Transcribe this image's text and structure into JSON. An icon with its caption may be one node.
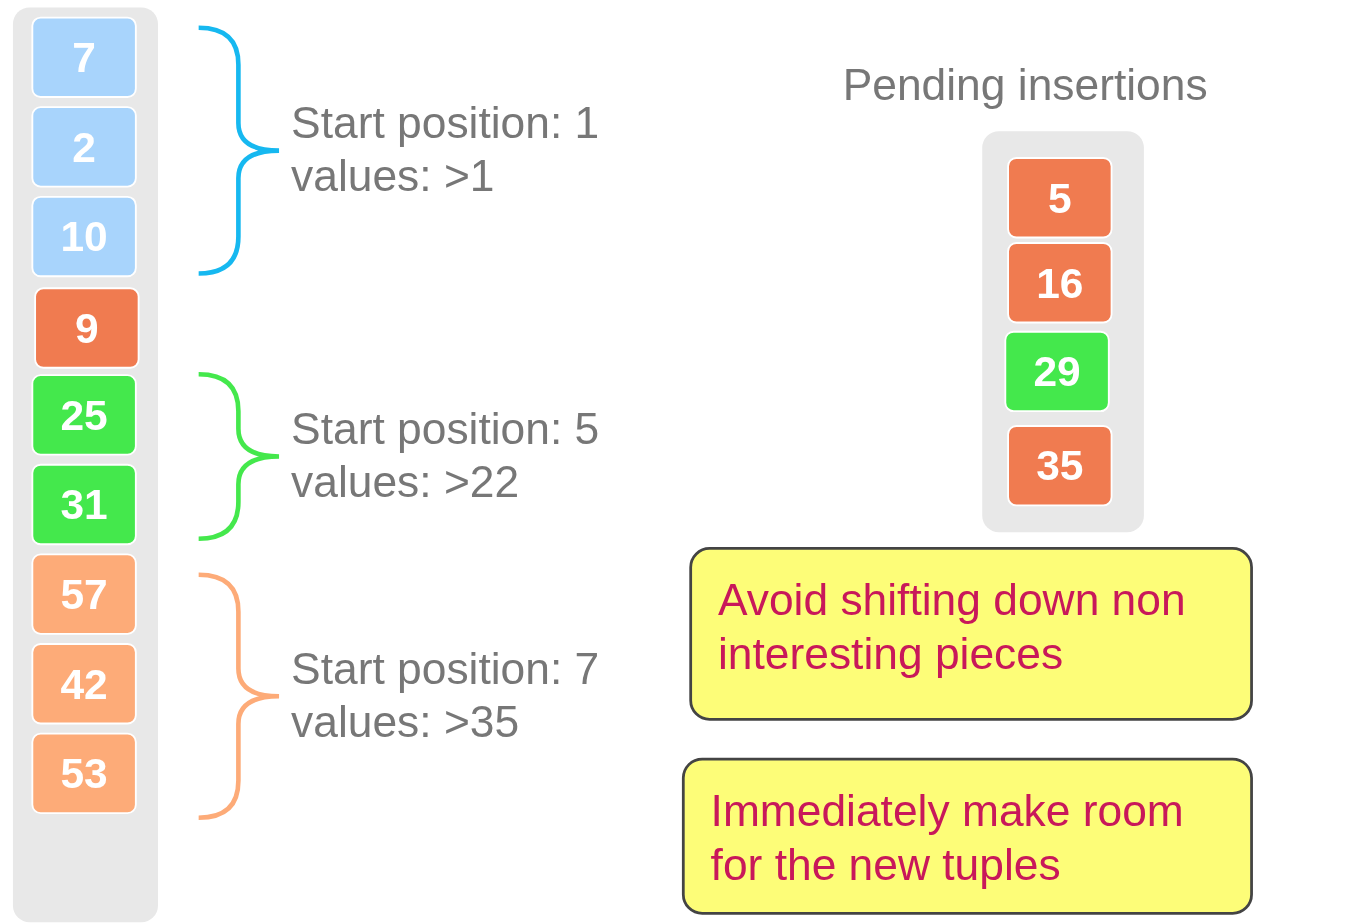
{
  "diagram": {
    "nodes": [
      {
        "text": [],
        "shape": "box"
      },
      {
        "text": [
          "7"
        ],
        "in": 0
      },
      {
        "text": [
          "2"
        ],
        "in": 0
      },
      {
        "text": [
          "10"
        ],
        "in": 0
      },
      {
        "text": [
          "9"
        ],
        "in": 0
      },
      {
        "text": [
          "25"
        ],
        "in": 0
      },
      {
        "text": [
          "31"
        ],
        "in": 0
      },
      {
        "text": [
          "57"
        ],
        "in": 0
      },
      {
        "text": [
          "42"
        ],
        "in": 0
      },
      {
        "text": [
          "53"
        ],
        "in": 0
      },
      {
        "text": [
          "Pending insertions"
        ]
      },
      {
        "text": [
          "5"
        ],
        "in": 10
      },
      {
        "text": [
          "16"
        ],
        "in": 10
      },
      {
        "text": [
          "29"
        ],
        "in": 10
      },
      {
        "text": [
          "35"
        ],
        "in": 10
      },
      {
        "text": [
          "Avoid shifting down non interesting pieces"
        ]
      },
      {
        "text": [
          "Immediately make room for the new tuples"
        ]
      }
    ],
    "edges": [],
    "labels": [
      "Start position: 1",
      "values: >1",
      "Start position: 5",
      "values: >22",
      "Start position: 7",
      "values: >35"
    ]
  }
}
